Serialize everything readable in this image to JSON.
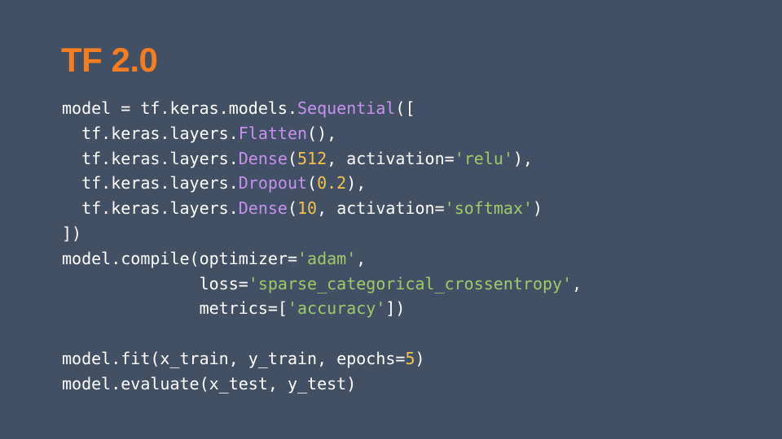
{
  "slide": {
    "title": "TF 2.0"
  },
  "colors": {
    "background": "#425066",
    "title": "#f57c1f",
    "plain": "#ffffff",
    "function": "#c792ea",
    "number": "#f5c04a",
    "string": "#9ccc65"
  },
  "code": {
    "lines": [
      [
        {
          "t": "model = tf.keras.models.",
          "k": "plain"
        },
        {
          "t": "Sequential",
          "k": "fn"
        },
        {
          "t": "([",
          "k": "plain"
        }
      ],
      [
        {
          "t": "  tf.keras.layers.",
          "k": "plain"
        },
        {
          "t": "Flatten",
          "k": "fn"
        },
        {
          "t": "(),",
          "k": "plain"
        }
      ],
      [
        {
          "t": "  tf.keras.layers.",
          "k": "plain"
        },
        {
          "t": "Dense",
          "k": "fn"
        },
        {
          "t": "(",
          "k": "plain"
        },
        {
          "t": "512",
          "k": "num"
        },
        {
          "t": ", activation=",
          "k": "plain"
        },
        {
          "t": "'relu'",
          "k": "str"
        },
        {
          "t": "),",
          "k": "plain"
        }
      ],
      [
        {
          "t": "  tf.keras.layers.",
          "k": "plain"
        },
        {
          "t": "Dropout",
          "k": "fn"
        },
        {
          "t": "(",
          "k": "plain"
        },
        {
          "t": "0.2",
          "k": "num"
        },
        {
          "t": "),",
          "k": "plain"
        }
      ],
      [
        {
          "t": "  tf.keras.layers.",
          "k": "plain"
        },
        {
          "t": "Dense",
          "k": "fn"
        },
        {
          "t": "(",
          "k": "plain"
        },
        {
          "t": "10",
          "k": "num"
        },
        {
          "t": ", activation=",
          "k": "plain"
        },
        {
          "t": "'softmax'",
          "k": "str"
        },
        {
          "t": ")",
          "k": "plain"
        }
      ],
      [
        {
          "t": "])",
          "k": "plain"
        }
      ],
      [
        {
          "t": "model.compile(optimizer=",
          "k": "plain"
        },
        {
          "t": "'adam'",
          "k": "str"
        },
        {
          "t": ",",
          "k": "plain"
        }
      ],
      [
        {
          "t": "              loss=",
          "k": "plain"
        },
        {
          "t": "'sparse_categorical_crossentropy'",
          "k": "str"
        },
        {
          "t": ",",
          "k": "plain"
        }
      ],
      [
        {
          "t": "              metrics=[",
          "k": "plain"
        },
        {
          "t": "'accuracy'",
          "k": "str"
        },
        {
          "t": "])",
          "k": "plain"
        }
      ],
      [],
      [
        {
          "t": "model.fit(x_train, y_train, epochs=",
          "k": "plain"
        },
        {
          "t": "5",
          "k": "num"
        },
        {
          "t": ")",
          "k": "plain"
        }
      ],
      [
        {
          "t": "model.evaluate(x_test, y_test)",
          "k": "plain"
        }
      ]
    ]
  }
}
